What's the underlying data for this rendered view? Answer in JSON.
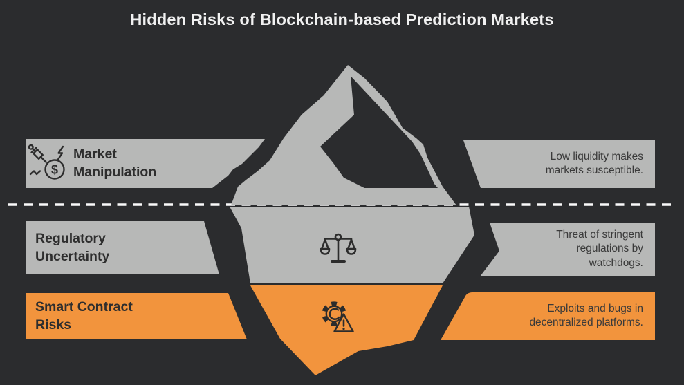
{
  "title": "Hidden Risks of Blockchain-based Prediction Markets",
  "rows": [
    {
      "id": "market-manipulation",
      "label": "Market Manipulation",
      "description": "Low liquidity makes markets susceptible.",
      "icon": "market-manipulation-icon",
      "accent": "gray"
    },
    {
      "id": "regulatory-uncertainty",
      "label": "Regulatory Uncertainty",
      "description": "Threat of stringent regulations by watchdogs.",
      "icon": "balance-scale-icon",
      "accent": "gray"
    },
    {
      "id": "smart-contract-risks",
      "label": "Smart Contract Risks",
      "description": "Exploits and bugs in decentralized platforms.",
      "icon": "gear-warning-icon",
      "accent": "orange"
    }
  ],
  "colors": {
    "background": "#2b2c2e",
    "iceberg_gray": "#b7b8b7",
    "accent_orange": "#f2943d",
    "title_text": "#f1f1f1",
    "label_text": "#2e2e2e",
    "description_text": "#3a3a3a",
    "waterline_white": "#fafafa"
  }
}
